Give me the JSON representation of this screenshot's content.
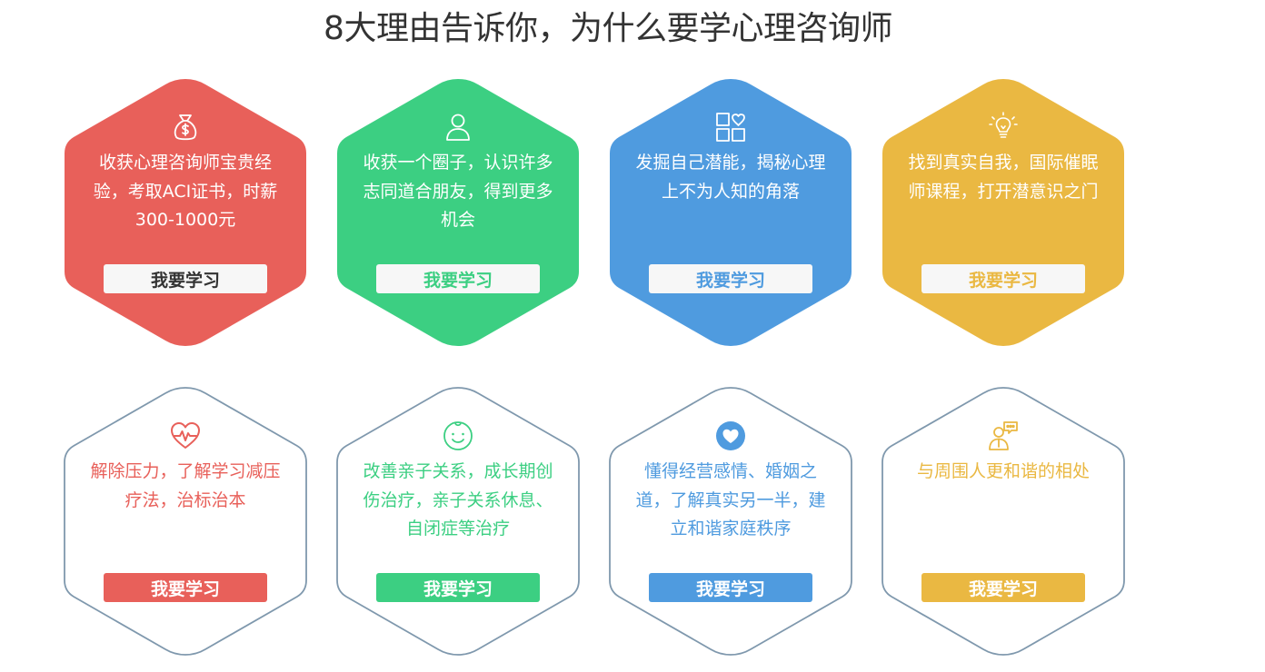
{
  "title": "8大理由告诉你，为什么要学心理咨询师",
  "colors": {
    "red": "#e8605a",
    "green": "#3ccf82",
    "blue": "#4f9bdf",
    "yellow": "#eab842",
    "outline": "#7f98ad",
    "title": "#333333"
  },
  "cards": [
    {
      "icon": "money-bag-icon",
      "text": "收获心理咨询师宝贵经验，考取ACI证书，时薪300-1000元",
      "button": "我要学习",
      "color": "#e8605a",
      "button_text_color": "#333333"
    },
    {
      "icon": "user-icon",
      "text": "收获一个圈子，认识许多志同道合朋友，得到更多机会",
      "button": "我要学习",
      "color": "#3ccf82",
      "button_text_color": "#3ccf82"
    },
    {
      "icon": "apps-grid-icon",
      "text": "发掘自己潜能，揭秘心理上不为人知的角落",
      "button": "我要学习",
      "color": "#4f9bdf",
      "button_text_color": "#4f9bdf"
    },
    {
      "icon": "lightbulb-icon",
      "text": "找到真实自我，国际催眠师课程，打开潜意识之门",
      "button": "我要学习",
      "color": "#eab842",
      "button_text_color": "#eab842"
    },
    {
      "icon": "heartbeat-icon",
      "text": "解除压力，了解学习减压疗法，治标治本",
      "button": "我要学习",
      "color": "#e8605a"
    },
    {
      "icon": "baby-face-icon",
      "text": "改善亲子关系，成长期创伤治疗，亲子关系休息、自闭症等治疗",
      "button": "我要学习",
      "color": "#3ccf82"
    },
    {
      "icon": "heart-circle-icon",
      "text": "懂得经营感情、婚姻之道，了解真实另一半，建立和谐家庭秩序",
      "button": "我要学习",
      "color": "#4f9bdf"
    },
    {
      "icon": "chat-people-icon",
      "text": "与周围人更和谐的相处",
      "button": "我要学习",
      "color": "#eab842"
    }
  ]
}
